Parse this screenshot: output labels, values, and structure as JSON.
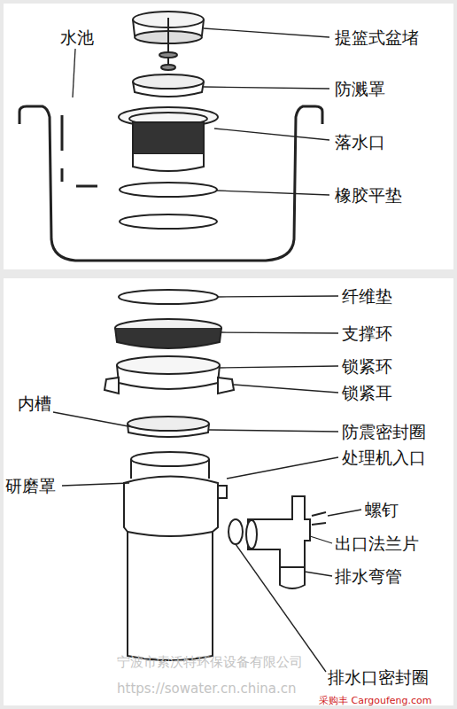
{
  "diagram": {
    "labels": [
      "提篮式盆堵",
      "水池",
      "防溅罩",
      "落水口",
      "橡胶平垫",
      "纤维垫",
      "支撑环",
      "锁紧环",
      "锁紧耳",
      "内槽",
      "防震密封圈",
      "处理机入口",
      "研磨罩",
      "螺钉",
      "出口法兰片",
      "排水弯管",
      "排水口密封圈",
      "宁波市索沃特环保设备有限公司",
      "https://sowater.cn.china.cn",
      "采购丰 Cargoufeng.com"
    ]
  }
}
